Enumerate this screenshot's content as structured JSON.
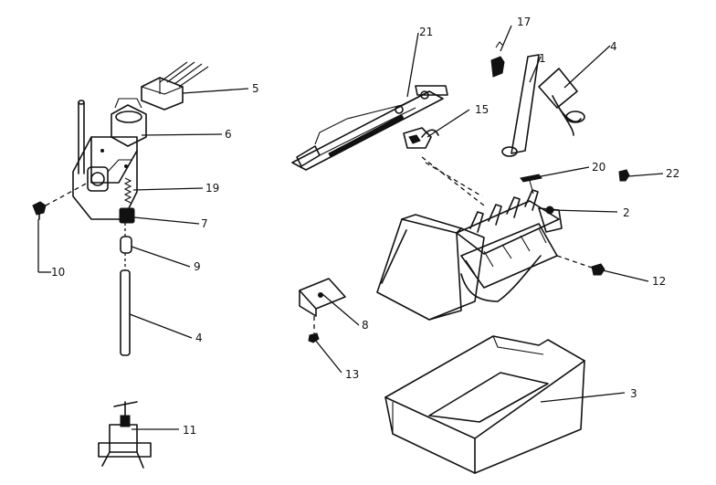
{
  "callouts": {
    "c1": "1",
    "c2": "2",
    "c3": "3",
    "c4a": "4",
    "c4b": "4",
    "c5": "5",
    "c6": "6",
    "c7": "7",
    "c8": "8",
    "c9": "9",
    "c10": "10",
    "c11": "11",
    "c12": "12",
    "c13": "13",
    "c15": "15",
    "c17": "17",
    "c19": "19",
    "c20": "20",
    "c21": "21",
    "c22": "22"
  }
}
